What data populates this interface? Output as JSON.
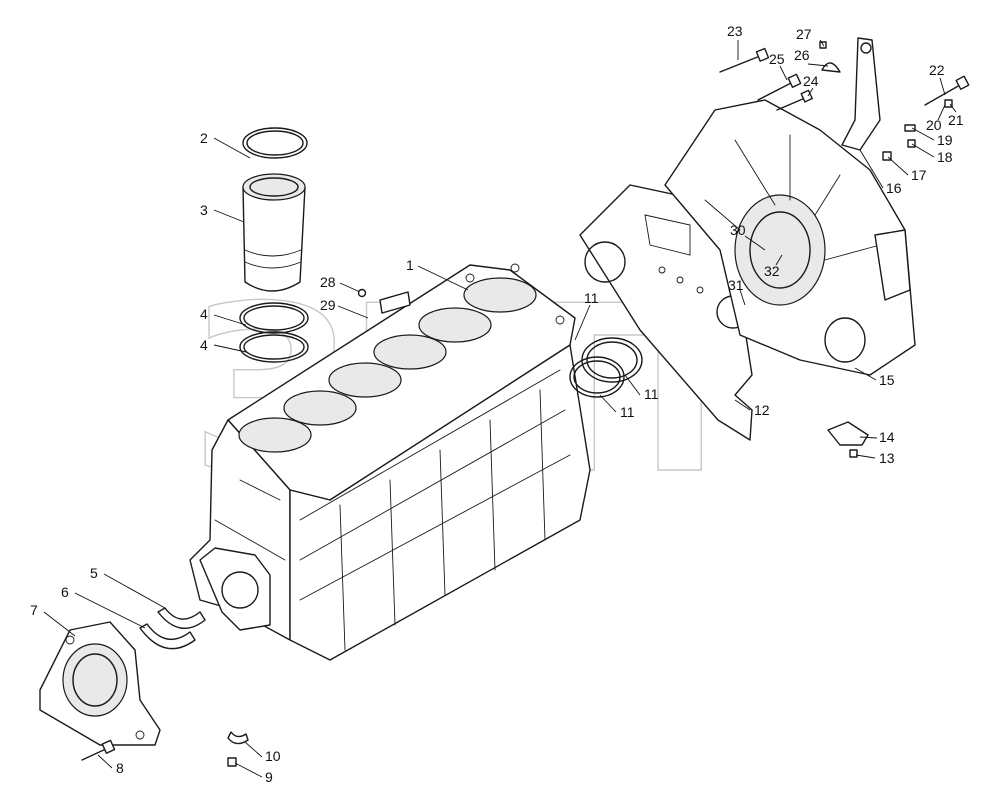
{
  "watermark": "ЗИП",
  "callouts": [
    {
      "id": "1",
      "label": "1"
    },
    {
      "id": "2",
      "label": "2"
    },
    {
      "id": "3",
      "label": "3"
    },
    {
      "id": "4a",
      "label": "4"
    },
    {
      "id": "4b",
      "label": "4"
    },
    {
      "id": "5",
      "label": "5"
    },
    {
      "id": "6",
      "label": "6"
    },
    {
      "id": "7",
      "label": "7"
    },
    {
      "id": "8",
      "label": "8"
    },
    {
      "id": "9",
      "label": "9"
    },
    {
      "id": "10",
      "label": "10"
    },
    {
      "id": "11a",
      "label": "11"
    },
    {
      "id": "11b",
      "label": "11"
    },
    {
      "id": "11c",
      "label": "11"
    },
    {
      "id": "12",
      "label": "12"
    },
    {
      "id": "13",
      "label": "13"
    },
    {
      "id": "14",
      "label": "14"
    },
    {
      "id": "15",
      "label": "15"
    },
    {
      "id": "16",
      "label": "16"
    },
    {
      "id": "17",
      "label": "17"
    },
    {
      "id": "18",
      "label": "18"
    },
    {
      "id": "19",
      "label": "19"
    },
    {
      "id": "20",
      "label": "20"
    },
    {
      "id": "21",
      "label": "21"
    },
    {
      "id": "22",
      "label": "22"
    },
    {
      "id": "23",
      "label": "23"
    },
    {
      "id": "24",
      "label": "24"
    },
    {
      "id": "25",
      "label": "25"
    },
    {
      "id": "26",
      "label": "26"
    },
    {
      "id": "27",
      "label": "27"
    },
    {
      "id": "28",
      "label": "28"
    },
    {
      "id": "29",
      "label": "29"
    },
    {
      "id": "30",
      "label": "30"
    },
    {
      "id": "31",
      "label": "31"
    },
    {
      "id": "32",
      "label": "32"
    }
  ]
}
